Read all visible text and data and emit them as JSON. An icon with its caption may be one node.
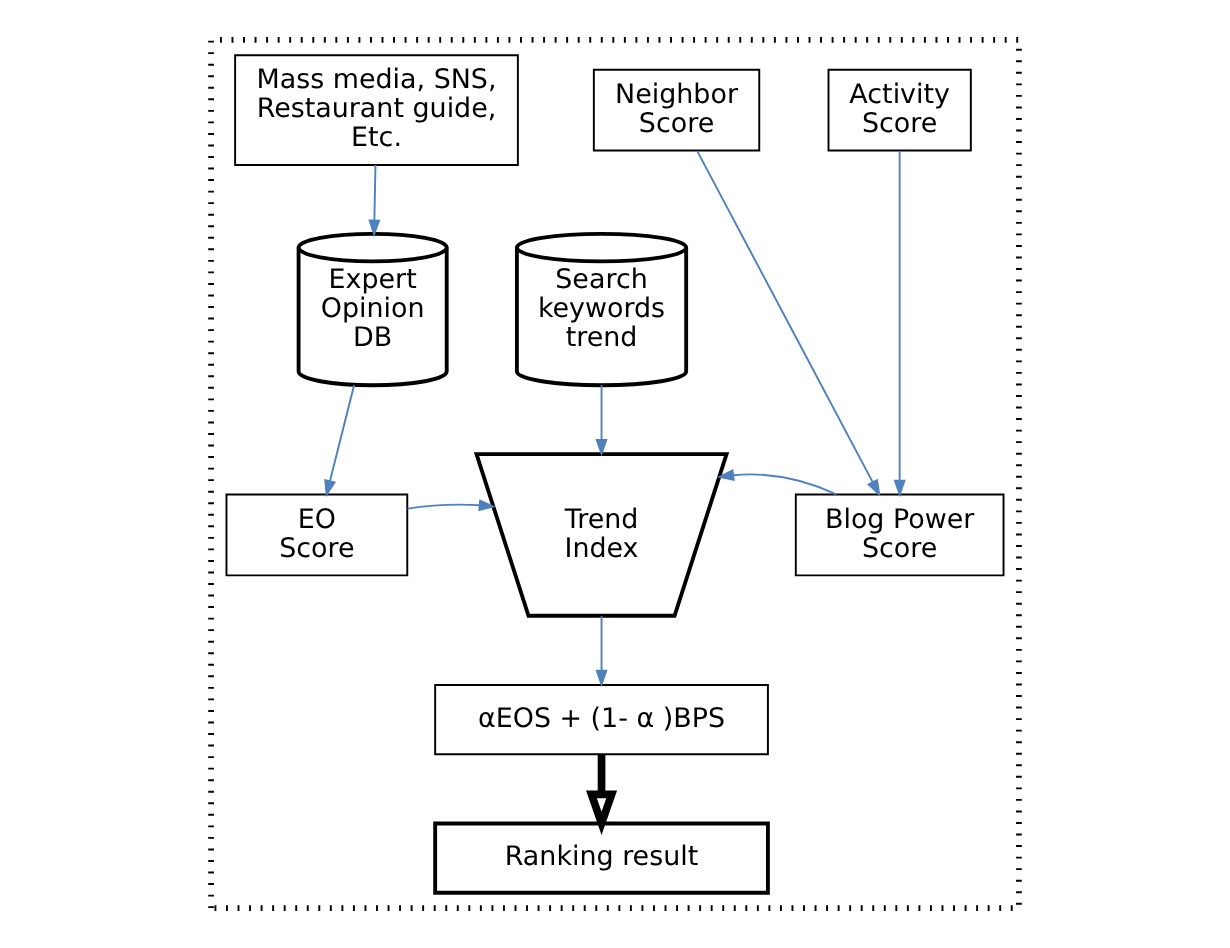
{
  "diagram": {
    "nodes": [
      {
        "text": [],
        "shape": "box"
      },
      {
        "text": [
          "Mass media, SNS, Restaurant guide, Etc."
        ],
        "in": 0
      },
      {
        "text": [
          "Expert Opinion DB"
        ],
        "in": 0
      },
      {
        "text": [
          "Search keywords trend"
        ],
        "in": 0
      },
      {
        "text": [
          "Neighbor Score"
        ],
        "in": 0
      },
      {
        "text": [
          "Activity Score"
        ],
        "in": 0
      },
      {
        "text": [
          "EO Score"
        ],
        "in": 0
      },
      {
        "text": [
          "Trend Index"
        ],
        "in": 0
      },
      {
        "text": [
          "Blog Power Score"
        ],
        "in": 0
      },
      {
        "text": [
          "αEOS + (1- α )BPS"
        ],
        "in": 0
      },
      {
        "text": [
          "Ranking result"
        ],
        "in": 0
      }
    ],
    "edges": [
      {
        "from": 1,
        "to": 2,
        "arrow": "to"
      },
      {
        "from": 3,
        "to": 7,
        "arrow": "to"
      },
      {
        "from": 4,
        "to": 8,
        "arrow": "to"
      },
      {
        "from": 5,
        "to": 8,
        "arrow": "to"
      },
      {
        "from": 2,
        "to": 6,
        "arrow": "to"
      },
      {
        "from": 6,
        "to": 7,
        "arrow": "to"
      },
      {
        "from": 8,
        "to": 7,
        "arrow": "to"
      },
      {
        "from": 7,
        "to": 9,
        "arrow": "to"
      },
      {
        "from": 9,
        "to": 10,
        "arrow": "to",
        "style": "thick",
        "color": "#000000"
      }
    ]
  }
}
